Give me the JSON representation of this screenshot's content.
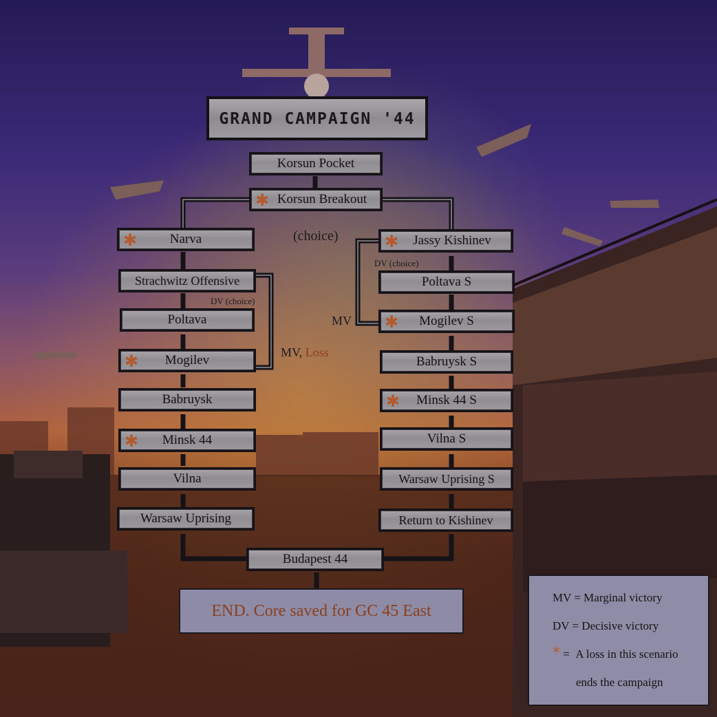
{
  "title": "GRAND CAMPAIGN '44 EAST",
  "nodes": {
    "korsun_pocket": {
      "label": "Korsun Pocket",
      "star": false
    },
    "korsun_breakout": {
      "label": "Korsun Breakout",
      "star": true
    },
    "narva": {
      "label": "Narva",
      "star": true
    },
    "strachwitz": {
      "label": "Strachwitz Offensive",
      "star": false
    },
    "poltava": {
      "label": "Poltava",
      "star": false
    },
    "mogilev": {
      "label": "Mogilev",
      "star": true
    },
    "babruysk": {
      "label": "Babruysk",
      "star": false
    },
    "minsk44": {
      "label": "Minsk 44",
      "star": true
    },
    "vilna": {
      "label": "Vilna",
      "star": false
    },
    "warsaw": {
      "label": "Warsaw Uprising",
      "star": false
    },
    "jassy": {
      "label": "Jassy Kishinev",
      "star": true
    },
    "poltava_s": {
      "label": "Poltava S",
      "star": false
    },
    "mogilev_s": {
      "label": "Mogilev S",
      "star": true
    },
    "babruysk_s": {
      "label": "Babruysk S",
      "star": false
    },
    "minsk44_s": {
      "label": "Minsk 44 S",
      "star": true
    },
    "vilna_s": {
      "label": "Vilna S",
      "star": false
    },
    "warsaw_s": {
      "label": "Warsaw Uprising S",
      "star": false
    },
    "return_kishinev": {
      "label": "Return to Kishinev",
      "star": false
    },
    "budapest": {
      "label": "Budapest 44",
      "star": false
    }
  },
  "annotations": {
    "choice": "(choice)",
    "dv_choice_left": "DV (choice)",
    "dv_choice_right": "DV (choice)",
    "mv_loss_mv": "MV,",
    "mv_loss_loss": "Loss",
    "mv_right": "MV"
  },
  "end": "END. Core saved for GC 45 East",
  "legend": {
    "mv": "MV =  Marginal victory",
    "dv": "DV =  Decisive victory",
    "star_symbol": "*",
    "star_eq": "=",
    "star_text_1": "A loss in this scenario",
    "star_text_2": "ends the campaign"
  },
  "colors": {
    "sky_top": "#2b1f5e",
    "sky_mid": "#6a3f7a",
    "horizon": "#c9673a",
    "ground": "#4a2418",
    "star": "#b55a2c",
    "box": "#9a989c",
    "end_text": "#8a3f1f"
  }
}
